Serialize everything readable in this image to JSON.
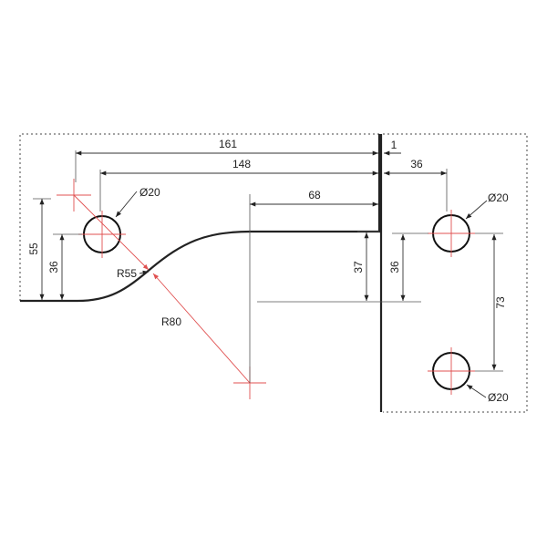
{
  "dimensions": {
    "overall_width": "161",
    "offset_right": "1",
    "inner_width": "148",
    "hole_right_offset": "36",
    "flat_length": "68",
    "hole_dia_left": "Ø20",
    "hole_dia_right_top": "Ø20",
    "hole_dia_right_bottom": "Ø20",
    "left_height": "55",
    "left_hole_height": "36",
    "radius_small": "R55",
    "radius_large": "R80",
    "step_height": "37",
    "right_hole_height": "36",
    "hole_spacing": "73"
  },
  "colors": {
    "centerline": "#e05050",
    "outline": "#222222"
  }
}
